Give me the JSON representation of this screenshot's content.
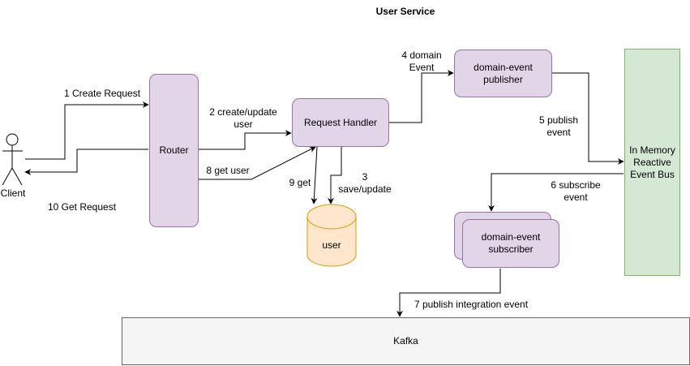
{
  "title": "User Service",
  "nodes": {
    "client": "Client",
    "router": "Router",
    "request_handler": "Request Handler",
    "user_db": "user",
    "publisher": "domain-event\npublisher",
    "event_bus": "In Memory\nReactive\nEvent Bus",
    "subscriber": "domain-event\nsubscriber",
    "kafka": "Kafka"
  },
  "edges": {
    "e1": "1 Create Request",
    "e2": "2 create/update\nuser",
    "e3": "3\nsave/update",
    "e4": "4 domain\nEvent",
    "e5": "5 publish\nevent",
    "e6": "6 subscribe\nevent",
    "e7": "7 publish integration event",
    "e8": "8 get user",
    "e9": "9 get",
    "e10": "10 Get Request"
  },
  "colors": {
    "purple_fill": "#e1d5e7",
    "purple_stroke": "#9673a6",
    "green_fill": "#d5e8d4",
    "green_stroke": "#82b366",
    "db_fill": "#ffe6cc",
    "db_stroke": "#d79b00",
    "kafka_fill": "#f5f5f5",
    "kafka_stroke": "#666666"
  }
}
